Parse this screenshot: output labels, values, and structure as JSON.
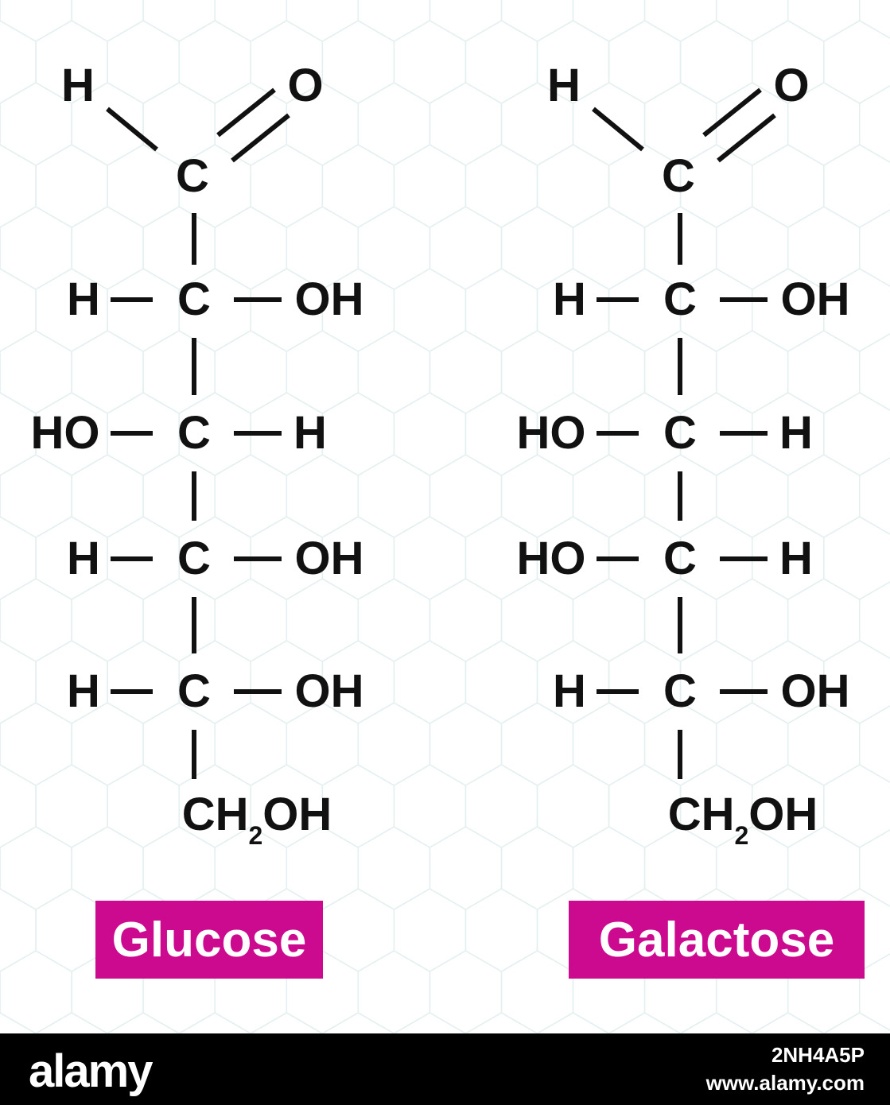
{
  "colors": {
    "bond": "#111111",
    "badge": "#cc0a8f",
    "pattern": "#e4efef",
    "footer": "#000000"
  },
  "atom_labels": {
    "H": "H",
    "O": "O",
    "C": "C",
    "OH": "OH",
    "HO": "HO",
    "CH2OH_prefix": "CH",
    "CH2OH_subscript": "2",
    "CH2OH_suffix": "OH"
  },
  "structures": [
    {
      "name": "Glucose",
      "rows": [
        {
          "left": "H",
          "right": "OH"
        },
        {
          "left": "HO",
          "right": "H"
        },
        {
          "left": "H",
          "right": "OH"
        },
        {
          "left": "H",
          "right": "OH"
        }
      ]
    },
    {
      "name": "Galactose",
      "rows": [
        {
          "left": "H",
          "right": "OH"
        },
        {
          "left": "HO",
          "right": "H"
        },
        {
          "left": "HO",
          "right": "H"
        },
        {
          "left": "H",
          "right": "OH"
        }
      ]
    }
  ],
  "footer": {
    "brand": "alamy",
    "image_id": "2NH4A5P",
    "site": "www.alamy.com"
  }
}
